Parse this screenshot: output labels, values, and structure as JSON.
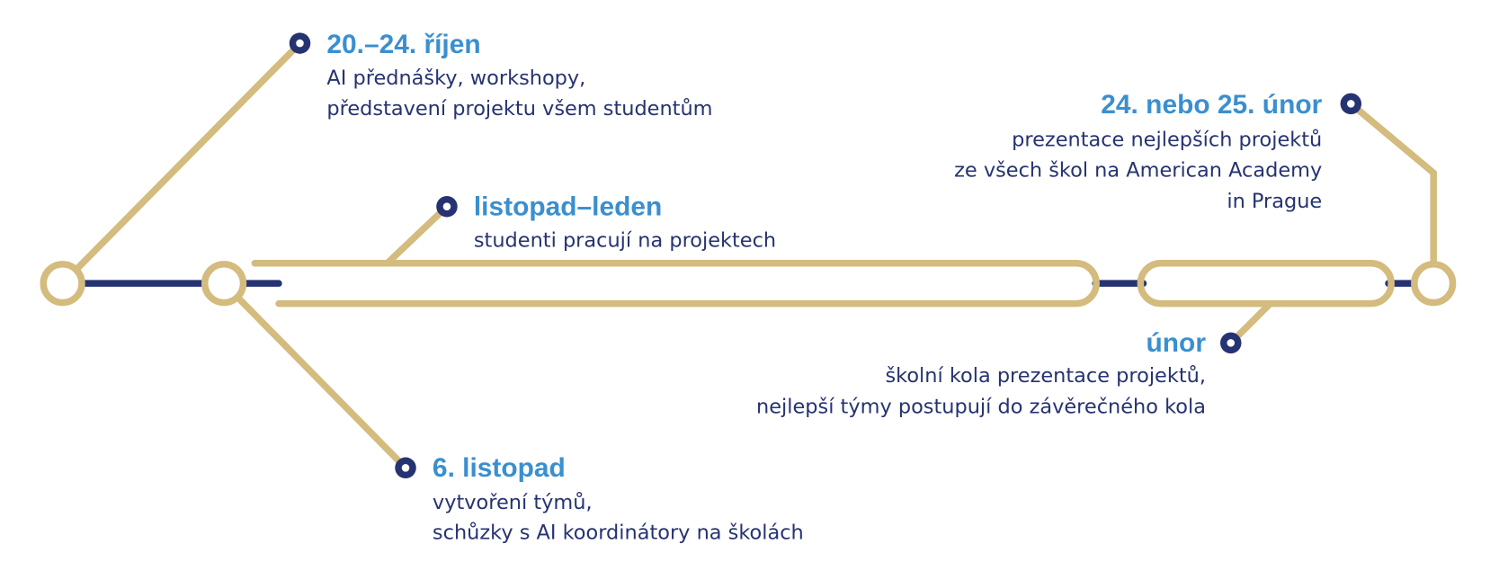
{
  "colors": {
    "track": "#D4BB7E",
    "line": "#263372",
    "heading": "#3A8FD0"
  },
  "milestones": [
    {
      "date": "20.–24. říjen",
      "lines": [
        "AI přednášky, workshopy,",
        "představení projektu všem studentům"
      ]
    },
    {
      "date": "listopad–leden",
      "lines": [
        "studenti pracují na projektech"
      ]
    },
    {
      "date": "24. nebo 25. únor",
      "lines": [
        "prezentace nejlepších projektů",
        "ze všech škol na American Academy",
        "in Prague"
      ]
    },
    {
      "date": "únor",
      "lines": [
        "školní kola prezentace projektů,",
        "nejlepší týmy postupují do závěrečného kola"
      ]
    },
    {
      "date": "6. listopad",
      "lines": [
        "vytvoření týmů,",
        "schůzky s AI koordinátory na školách"
      ]
    }
  ]
}
